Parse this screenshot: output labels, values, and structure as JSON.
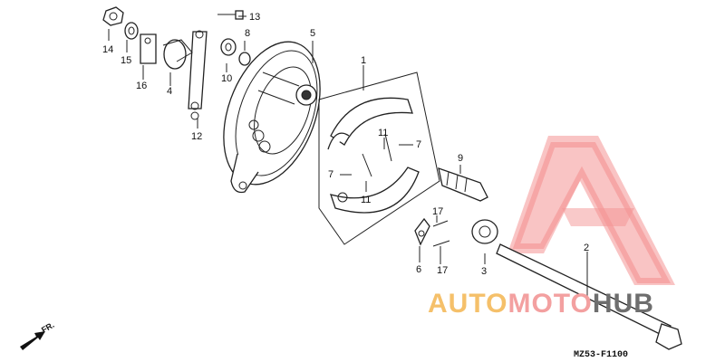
{
  "diagram": {
    "callouts": [
      "1",
      "2",
      "3",
      "4",
      "5",
      "6",
      "7",
      "7",
      "8",
      "9",
      "10",
      "11",
      "11",
      "12",
      "13",
      "14",
      "15",
      "16",
      "17",
      "17"
    ],
    "diagram_code": "MZ53-F1100",
    "direction_label": "FR."
  },
  "watermark": {
    "text_1": "AUTO",
    "text_2": "MOTO",
    "text_3": "HUB",
    "colors": {
      "auto": "#f5c06a",
      "moto": "#f3a0a0",
      "hub": "#6e6e6e",
      "logo": "#f07070"
    }
  }
}
